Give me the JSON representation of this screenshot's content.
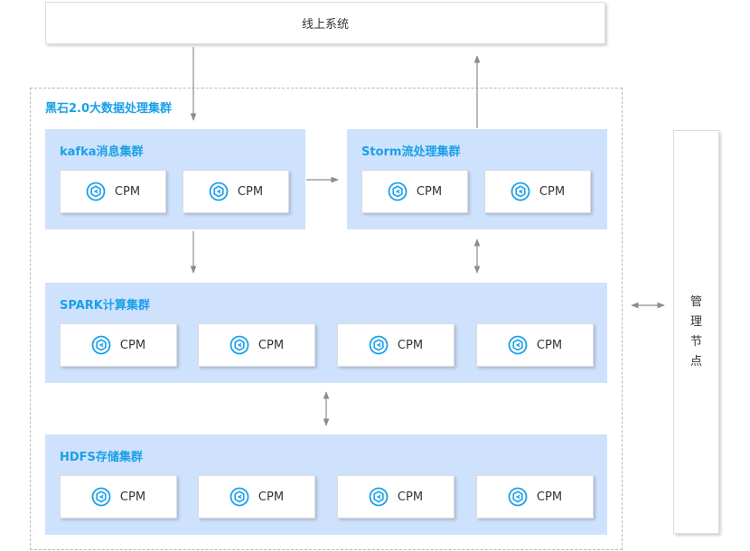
{
  "top_system": {
    "label": "线上系统"
  },
  "cluster": {
    "title": "黑石2.0大数据处理集群"
  },
  "groups": {
    "kafka": {
      "title": "kafka消息集群",
      "nodes": [
        "CPM",
        "CPM"
      ]
    },
    "storm": {
      "title": "Storm流处理集群",
      "nodes": [
        "CPM",
        "CPM"
      ]
    },
    "spark": {
      "title": "SPARK计算集群",
      "nodes": [
        "CPM",
        "CPM",
        "CPM",
        "CPM"
      ]
    },
    "hdfs": {
      "title": "HDFS存储集群",
      "nodes": [
        "CPM",
        "CPM",
        "CPM",
        "CPM"
      ]
    }
  },
  "management_node": {
    "chars": [
      "管",
      "理",
      "节",
      "点"
    ]
  },
  "colors": {
    "accent": "#1aa0e8",
    "group_bg": "#cfe2fd",
    "arrow": "#8c8c8c",
    "icon": "#1aa0e8"
  },
  "icons": {
    "node_icon": "cpm-hexagon-icon"
  }
}
